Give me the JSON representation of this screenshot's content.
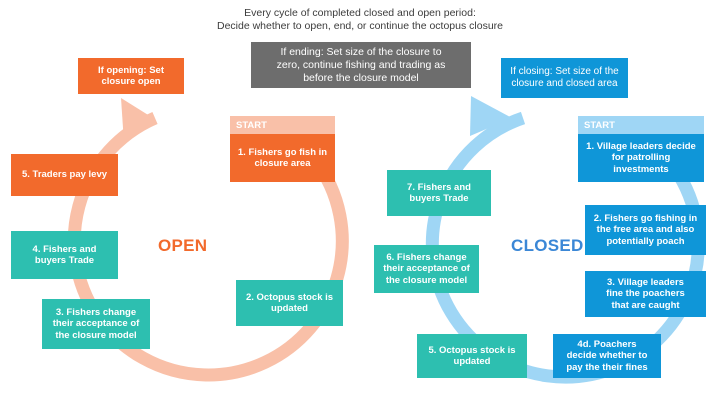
{
  "header": {
    "line1": "Every cycle of completed closed and open period:",
    "line2": "Decide whether to open, end, or continue the octopus closure"
  },
  "ending_note": "If ending: Set size of the closure to\nzero, continue fishing and trading as\nbefore the closure model",
  "open_cycle": {
    "label": "OPEN",
    "label_color": "#f26a2c",
    "arc_color": "#f9c0a8",
    "start_label": "START",
    "entry": "If opening:  Set\nclosure open",
    "steps": [
      "1. Fishers go fish in\nclosure area",
      "2. Octopus stock is\nupdated",
      "3. Fishers change\ntheir acceptance of\nthe closure model",
      "4. Fishers and\nbuyers Trade",
      "5. Traders pay levy"
    ]
  },
  "closed_cycle": {
    "label": "CLOSED",
    "label_color": "#3b87d6",
    "arc_color": "#9fd6f5",
    "start_label": "START",
    "entry": "If closing: Set size of the\nclosure and closed area",
    "steps": [
      "1. Village leaders decide\nfor patrolling\ninvestments",
      "2. Fishers go fishing in\nthe free area and also\npotentially poach",
      "3. Village leaders\nfine the poachers\nthat are caught",
      "4d. Poachers\ndecide whether to\npay the their fines",
      "5. Octopus stock is\nupdated",
      "6. Fishers change\ntheir acceptance of\nthe closure model",
      "7. Fishers and\nbuyers Trade"
    ]
  },
  "colors": {
    "orange": "#f26a2c",
    "teal": "#2dbfb0",
    "blue": "#0f96d8",
    "gray": "#6d6d6d"
  }
}
